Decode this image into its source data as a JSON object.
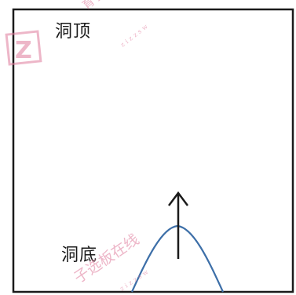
{
  "labels": {
    "top": "洞顶",
    "bottom": "洞底"
  },
  "watermark": {
    "logo_letter": "Z",
    "text_top": "育子",
    "text_bottom": "子选板在线",
    "url": "zizzsw",
    "color": "#e07b9c"
  },
  "colors": {
    "frame": "#1a1a1a",
    "curve": "#3d6fa8",
    "arrow": "#1a1a1a"
  }
}
